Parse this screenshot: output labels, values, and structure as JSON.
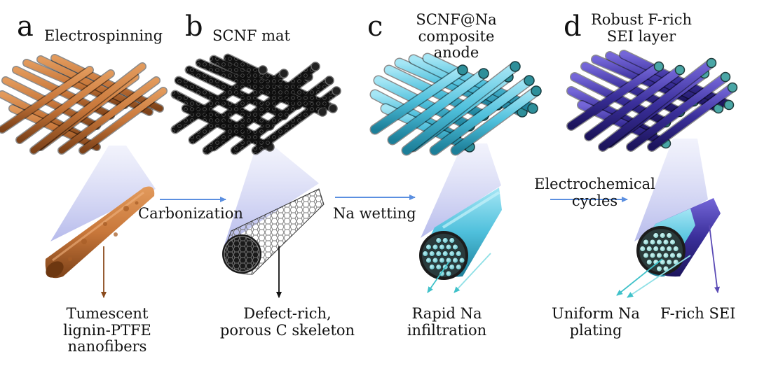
{
  "panels": [
    {
      "letter": "a",
      "title": "Electrospinning"
    },
    {
      "letter": "b",
      "title": "SCNF mat"
    },
    {
      "letter": "c",
      "title": "SCNF@Na composite anode"
    },
    {
      "letter": "d",
      "title": "Robust F-rich SEI layer"
    }
  ],
  "process_steps": [
    "Carbonization",
    "Na wetting",
    "Electrochemical cycles"
  ],
  "annotations": [
    "Tumescent lignin-PTFE nanofibers",
    "Defect-rich, porous C skeleton",
    "Rapid Na infiltration",
    "Uniform Na plating",
    "F-rich SEI"
  ],
  "colors": {
    "fiber_a": "#c8773a",
    "fiber_b": "#1a1a1a",
    "fiber_c": "#4fc0dc",
    "fiber_d": "#3a2f9a",
    "arrow": "#5b8fe0",
    "callout_a": "#8a4a1c",
    "callout_c": "#3fc1c9",
    "callout_d": "#5a4ab5"
  }
}
